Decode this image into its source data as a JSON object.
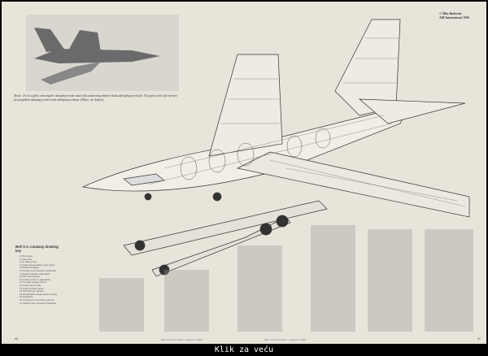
{
  "article": {
    "photo_caption": "Above: X-2 in a glide, showing the undeployed wide main skid, underwing whisker skids and tufting on the fin. The pipes at the aft end were for propellant dumping (centre) and turbopump exhaust. (Photo, via Author).",
    "copyright": [
      "© Mike Badrocke",
      "AIR International 1996"
    ],
    "key_title": "Bell X-2, cutaway drawing key",
    "key_items_first": [
      "1 Pitot head",
      "2 Yaw vane",
      "3 Air data probe",
      "4 Great pressurisation gas bottle",
      "5 Rudder linkages",
      "6 Cockpit front pressure bulkhead",
      "7 Rudder pedals, adjustable",
      "8 Instrument panel",
      "9 Control column, adjustable",
      "10 Cockpit canopy frame",
      "11 Fixed pilot's seat",
      "12 Side console panel",
      "13 Windscreen panels",
      "14 Detachable single piece canopy",
      "15 Headrest",
      "16 Instrument recording camera",
      "17 Sliding rear pressure bulkhead"
    ],
    "footer_left": "AIR International • August 1996",
    "footer_right": "AIR International • August 1996",
    "page_left": "96",
    "page_right": "97"
  },
  "viewer": {
    "caption": "Klik za veću"
  }
}
